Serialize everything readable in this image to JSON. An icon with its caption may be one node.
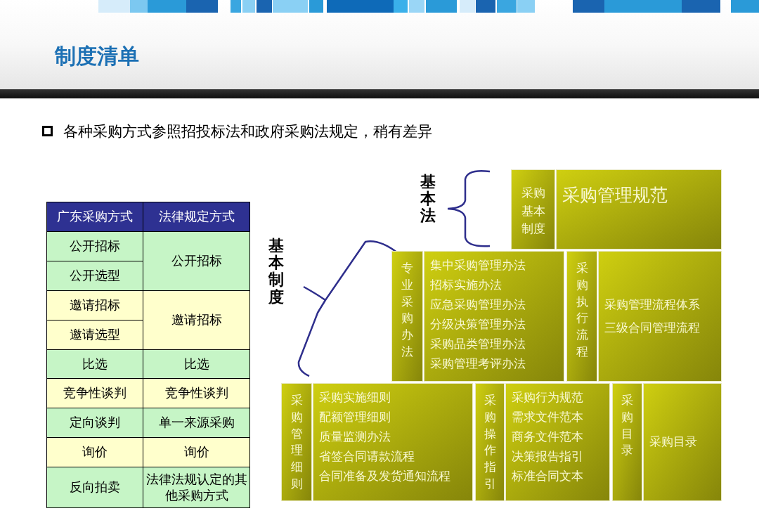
{
  "diagram": {
    "title": "制度清单",
    "nodes": [
      {
        "text": [
          "采购基本制度"
        ]
      },
      {
        "text": [
          "采购管理规范"
        ]
      },
      {
        "text": [
          "专业采购办法"
        ]
      },
      {
        "text": [
          "集中采购管理办法",
          "招标实施办法",
          "应急采购管理办法",
          "分级决策管理办法",
          "采购品类管理办法",
          "采购管理考评办法"
        ]
      },
      {
        "text": [
          "采购执行流程"
        ]
      },
      {
        "text": [
          "采购管理流程体系",
          "三级合同管理流程"
        ]
      },
      {
        "text": [
          "采购管理细则"
        ]
      },
      {
        "text": [
          "采购实施细则",
          "配额管理细则",
          "质量监测办法",
          "省签合同请款流程",
          "合同准备及发货通知流程"
        ]
      },
      {
        "text": [
          "采购操作指引"
        ]
      },
      {
        "text": [
          "采购行为规范",
          "需求文件范本",
          "商务文件范本",
          "决策报告指引",
          "标准合同文本"
        ]
      },
      {
        "text": [
          "采购目录"
        ]
      },
      {
        "text": [
          "采购目录"
        ]
      }
    ],
    "labels": [
      "各种采购方式参照招投标法和政府采购法规定，稍有差异",
      "基本法",
      "基本制度",
      "广东采购方式",
      "法律规定方式",
      "公开招标",
      "公开招标",
      "公开选型",
      "邀请招标",
      "邀请招标",
      "邀请选型",
      "比选",
      "比选",
      "竞争性谈判",
      "竞争性谈判",
      "定向谈判",
      "单一来源采购",
      "询价",
      "询价",
      "反向拍卖",
      "法律法规认定的其他采购方式"
    ]
  }
}
